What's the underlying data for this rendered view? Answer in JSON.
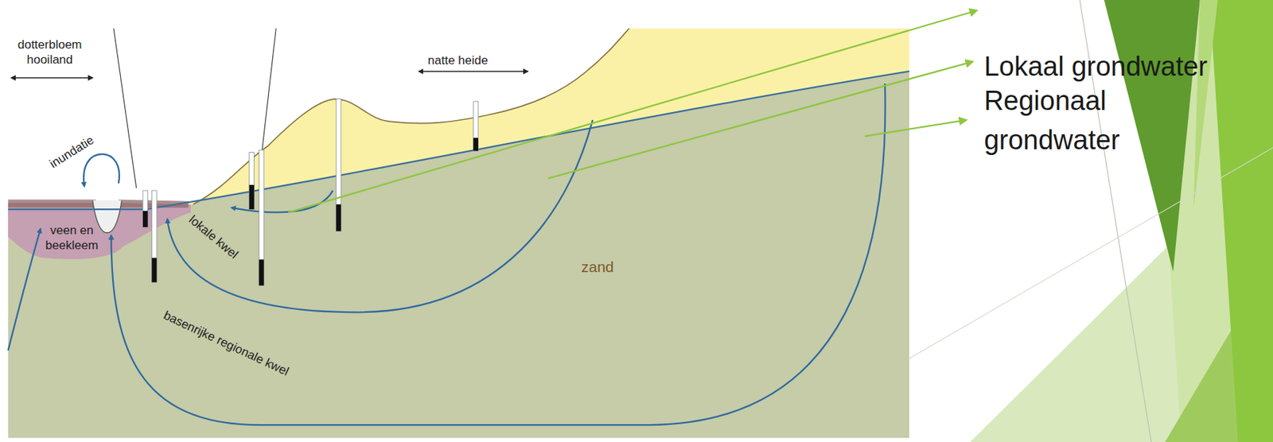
{
  "diagram": {
    "labels": [
      "dotterbloem hooiland",
      "natte heide",
      "inundatie",
      "veen en beekleem",
      "lokale kwel",
      "basenrijke regionale kwel",
      "zand",
      "Lokaal grondwater",
      "Regionaal grondwater"
    ]
  }
}
